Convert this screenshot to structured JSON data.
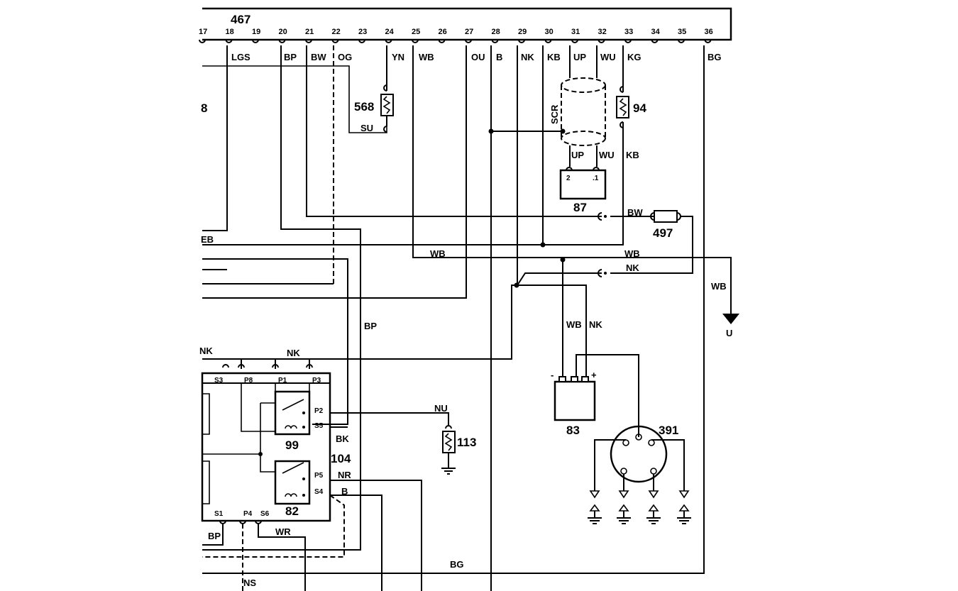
{
  "connector": {
    "name": "467",
    "pins": [
      "17",
      "18",
      "19",
      "20",
      "21",
      "22",
      "23",
      "24",
      "25",
      "26",
      "27",
      "28",
      "29",
      "30",
      "31",
      "32",
      "33",
      "34",
      "35",
      "36"
    ],
    "wire_codes": [
      "LGS",
      "BP",
      "BW",
      "OG",
      "YN",
      "WB",
      "OU",
      "B",
      "NK",
      "KB",
      "UP",
      "WU",
      "KG",
      "BG"
    ]
  },
  "components": {
    "c568": "568",
    "c94": "94",
    "c87": "87",
    "c497": "497",
    "c83": "83",
    "c391": "391",
    "c99": "99",
    "c104": "104",
    "c82": "82",
    "c113": "113",
    "left_cut": "8"
  },
  "labels": {
    "scr": "SCR",
    "su": "SU",
    "up": "UP",
    "wu": "WU",
    "kb": "KB",
    "pin2": "2",
    "pin1": ".1",
    "bw": "BW",
    "eb": "EB",
    "wb_a": "WB",
    "wb_b": "WB",
    "nk_a": "NK",
    "wb_c": "WB",
    "u": "U",
    "wb_d": "WB",
    "nk_b": "NK",
    "bp": "BP",
    "nk_c": "NK",
    "nk_d": "NK",
    "minus": "-",
    "plus": "+",
    "nu": "NU",
    "bk": "BK",
    "nr": "NR",
    "b": "B",
    "wr": "WR",
    "bp2": "BP",
    "ns": "NS",
    "bg": "BG"
  },
  "pins104": {
    "s3": "S3",
    "p8": "P8",
    "p1": "P1",
    "p3": "P3",
    "p2": "P2",
    "s5": "S5",
    "p5": "P5",
    "s4": "S4",
    "s1": "S1",
    "p4": "P4",
    "s6": "S6"
  }
}
